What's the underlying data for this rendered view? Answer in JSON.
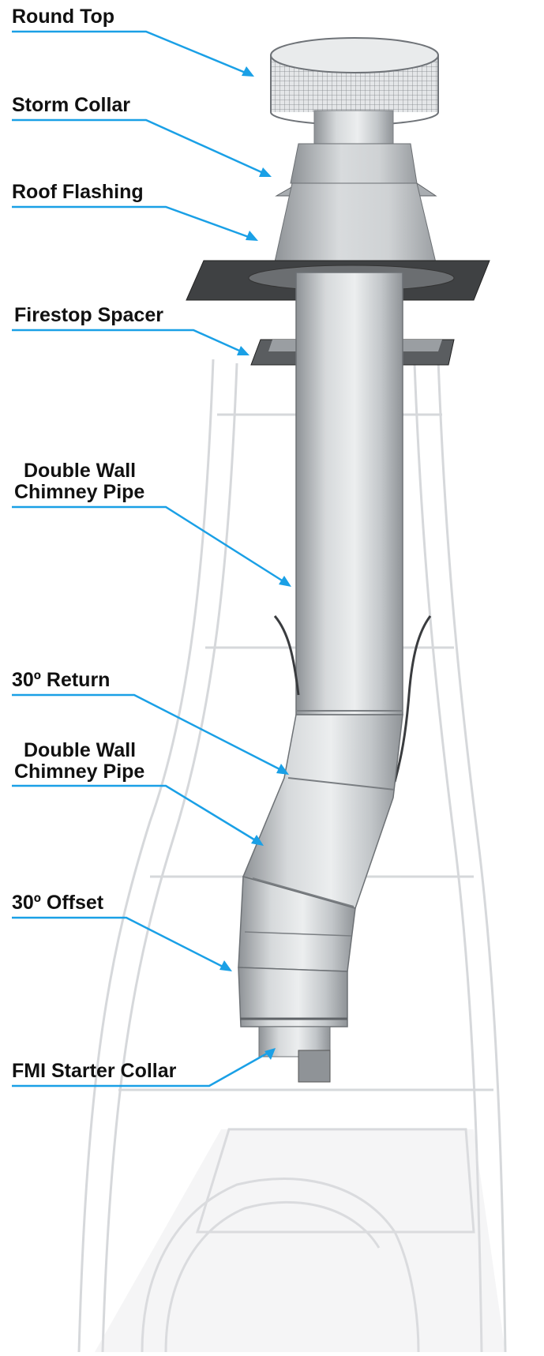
{
  "labels": {
    "round_top": "Round Top",
    "storm_collar": "Storm Collar",
    "roof_flashing": "Roof Flashing",
    "firestop_spacer": "Firestop Spacer",
    "double_wall_upper_1": "Double Wall",
    "double_wall_upper_2": "Chimney Pipe",
    "return_30": "30º Return",
    "double_wall_lower_1": "Double Wall",
    "double_wall_lower_2": "Chimney Pipe",
    "offset_30": "30º Offset",
    "starter_collar": "FMI Starter Collar"
  },
  "colors": {
    "leader": "#1aa0e6",
    "text": "#111111",
    "metal": "#c9cdd0",
    "plate": "#3a3a3a",
    "ghost": "#d8dadc"
  }
}
